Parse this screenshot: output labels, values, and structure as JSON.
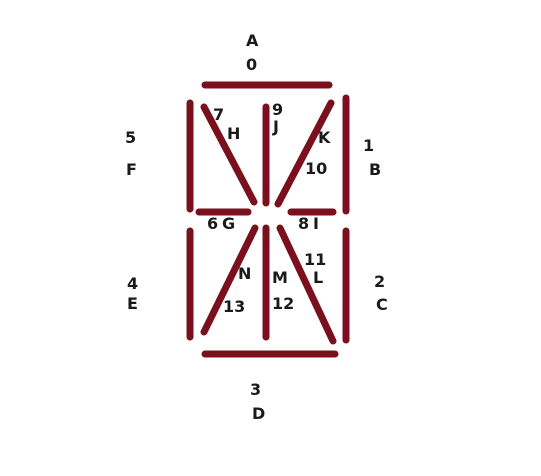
{
  "colors": {
    "segment": "#7a0f1e",
    "label": "#1a1a1a",
    "background": "#ffffff"
  },
  "segments": [
    {
      "id": "A",
      "index": "0"
    },
    {
      "id": "B",
      "index": "1"
    },
    {
      "id": "C",
      "index": "2"
    },
    {
      "id": "D",
      "index": "3"
    },
    {
      "id": "E",
      "index": "4"
    },
    {
      "id": "F",
      "index": "5"
    },
    {
      "id": "G",
      "index": "6"
    },
    {
      "id": "H",
      "index": "7"
    },
    {
      "id": "I",
      "index": "8"
    },
    {
      "id": "J",
      "index": "9"
    },
    {
      "id": "K",
      "index": "10"
    },
    {
      "id": "L",
      "index": "11"
    },
    {
      "id": "M",
      "index": "12"
    },
    {
      "id": "N",
      "index": "13"
    }
  ]
}
